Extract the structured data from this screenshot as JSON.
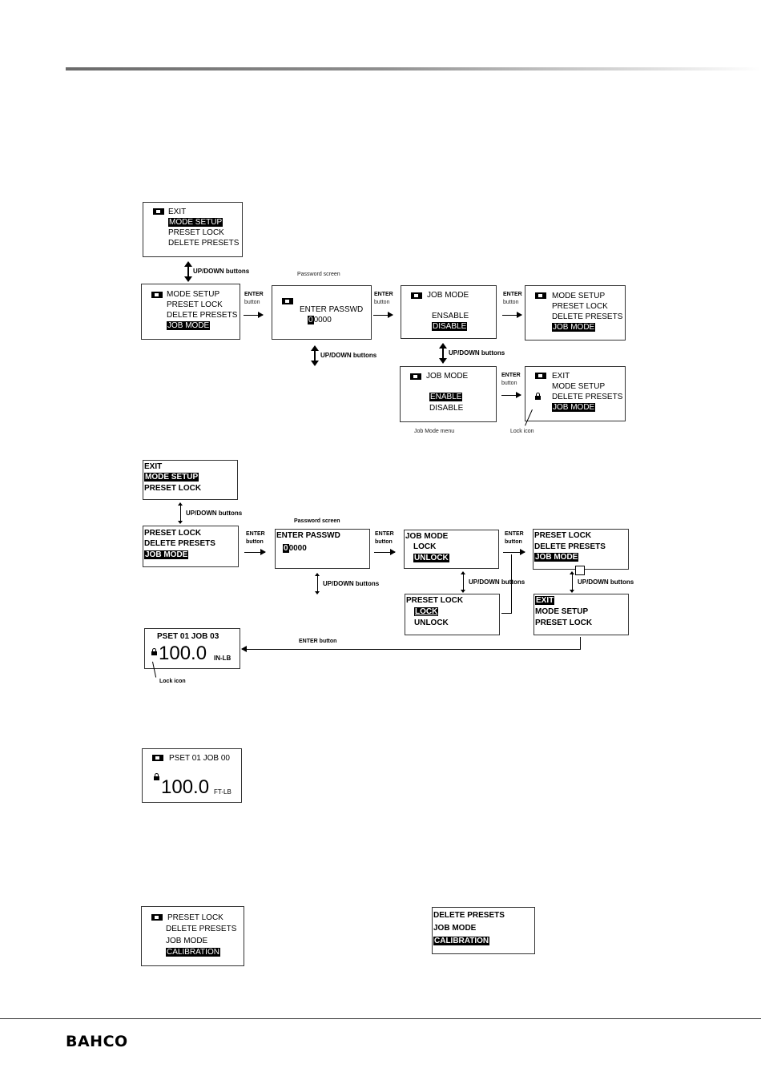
{
  "logo": "BAHCO",
  "d1": {
    "s1": [
      "EXIT",
      "MODE SETUP",
      "PRESET LOCK",
      "DELETE PRESETS"
    ],
    "updown1": "UP/DOWN buttons",
    "s2": [
      "MODE SETUP",
      "PRESET LOCK",
      "DELETE PRESETS",
      "JOB MODE"
    ],
    "enter1": [
      "ENTER",
      "button"
    ],
    "pw_caption": "Password screen",
    "pw_title": "ENTER PASSWD",
    "pw_first": "0",
    "pw_rest": "0000",
    "updown_pw": "UP/DOWN buttons",
    "enter2": [
      "ENTER",
      "button"
    ],
    "jm1": [
      "JOB MODE",
      "ENSABLE",
      "DISABLE"
    ],
    "enter3": [
      "ENTER",
      "button"
    ],
    "s4": [
      "MODE SETUP",
      "PRESET LOCK",
      "DELETE PRESETS",
      "JOB MODE"
    ],
    "updown2": "UP/DOWN buttons",
    "jm2": [
      "JOB MODE",
      "ENABLE",
      "DISABLE"
    ],
    "jm_caption": "Job Mode menu",
    "enter4": [
      "ENTER",
      "button"
    ],
    "s6": [
      "EXIT",
      "MODE SETUP",
      "DELETE PRESETS",
      "JOB MODE"
    ],
    "lock_caption": "Lock icon"
  },
  "d2": {
    "s1": [
      "EXIT",
      "MODE SETUP",
      "PRESET LOCK"
    ],
    "updown1": "UP/DOWN buttons",
    "s2": [
      "PRESET LOCK",
      "DELETE PRESETS",
      "JOB MODE"
    ],
    "enter1": [
      "ENTER",
      "button"
    ],
    "pw_caption": "Password screen",
    "pw_title": "ENTER PASSWD",
    "pw_first": "0",
    "pw_rest": "0000",
    "updown_pw": "UP/DOWN buttons",
    "enter2": [
      "ENTER",
      "button"
    ],
    "jm1": [
      "JOB MODE",
      "LOCK",
      "UNLOCK"
    ],
    "enter3": [
      "ENTER",
      "button"
    ],
    "s4": [
      "PRESET LOCK",
      "DELETE PRESETS",
      "JOB MODE"
    ],
    "updown2": "UP/DOWN buttons",
    "updown3": "UP/DOWN buttons",
    "pl": [
      "PRESET LOCK",
      "LOCK",
      "UNLOCK"
    ],
    "s6": [
      "EXIT",
      "MODE SETUP",
      "PRESET LOCK"
    ],
    "enter_back": "ENTER button",
    "disp": {
      "header": "PSET 01  JOB  03",
      "value": "100.0",
      "unit": "IN-LB"
    },
    "lock_caption": "Lock icon"
  },
  "disp3": {
    "header": "PSET 01  JOB 00",
    "value": "100.0",
    "unit": "FT-LB"
  },
  "cal1": [
    "PRESET LOCK",
    "DELETE PRESETS",
    "JOB MODE",
    "CALIBRATION"
  ],
  "cal2": [
    "DELETE PRESETS",
    "JOB MODE",
    "CALIBRATION"
  ]
}
